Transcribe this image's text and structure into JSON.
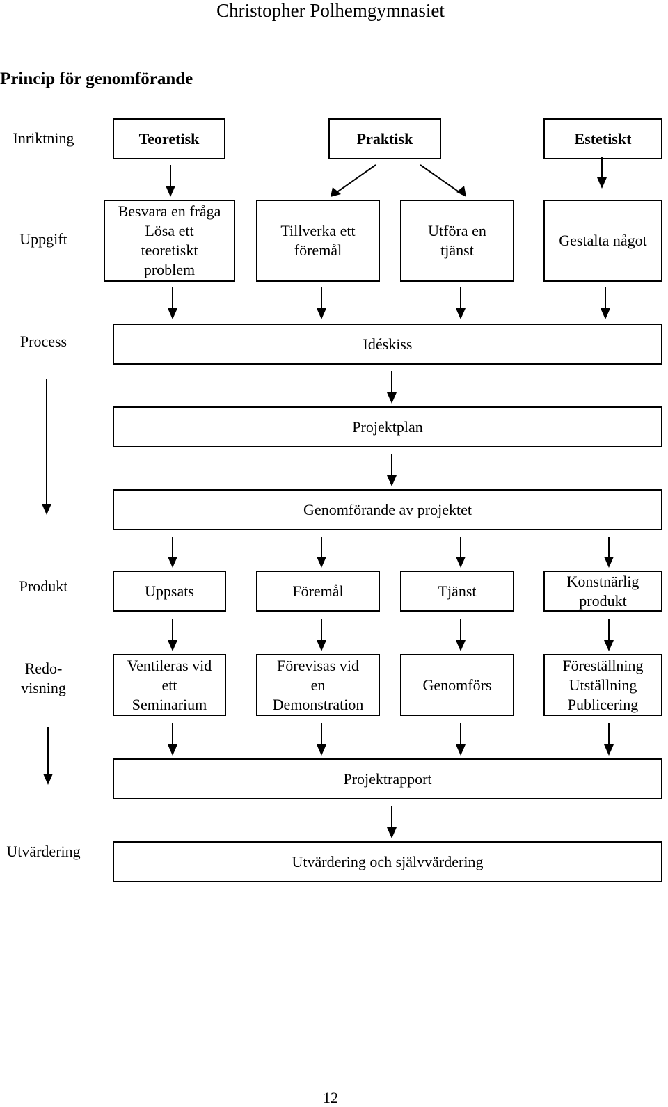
{
  "header": "Christopher Polhemgymnasiet",
  "title": "Princip för genomförande",
  "rows": {
    "inriktning": "Inriktning",
    "uppgift": "Uppgift",
    "process": "Process",
    "produkt": "Produkt",
    "redovisning": "Redo-\nvisning",
    "utvardering": "Utvärdering"
  },
  "inriktning": [
    "Teoretisk",
    "Praktisk",
    "Estetiskt"
  ],
  "uppgift": [
    "Besvara en fråga\nLösa ett\nteoretiskt\nproblem",
    "Tillverka ett\nföremål",
    "Utföra en\ntjänst",
    "Gestalta något"
  ],
  "process": [
    "Idéskiss",
    "Projektplan",
    "Genomförande av projektet"
  ],
  "produkt": [
    "Uppsats",
    "Föremål",
    "Tjänst",
    "Konstnärlig\nprodukt"
  ],
  "redovisning": [
    "Ventileras vid\nett\nSeminarium",
    "Förevisas vid\nen\nDemonstration",
    "Genomförs",
    "Föreställning\nUtställning\nPublicering"
  ],
  "rapport": "Projektrapport",
  "utvardering": "Utvärdering och självvärdering",
  "page_number": "12"
}
